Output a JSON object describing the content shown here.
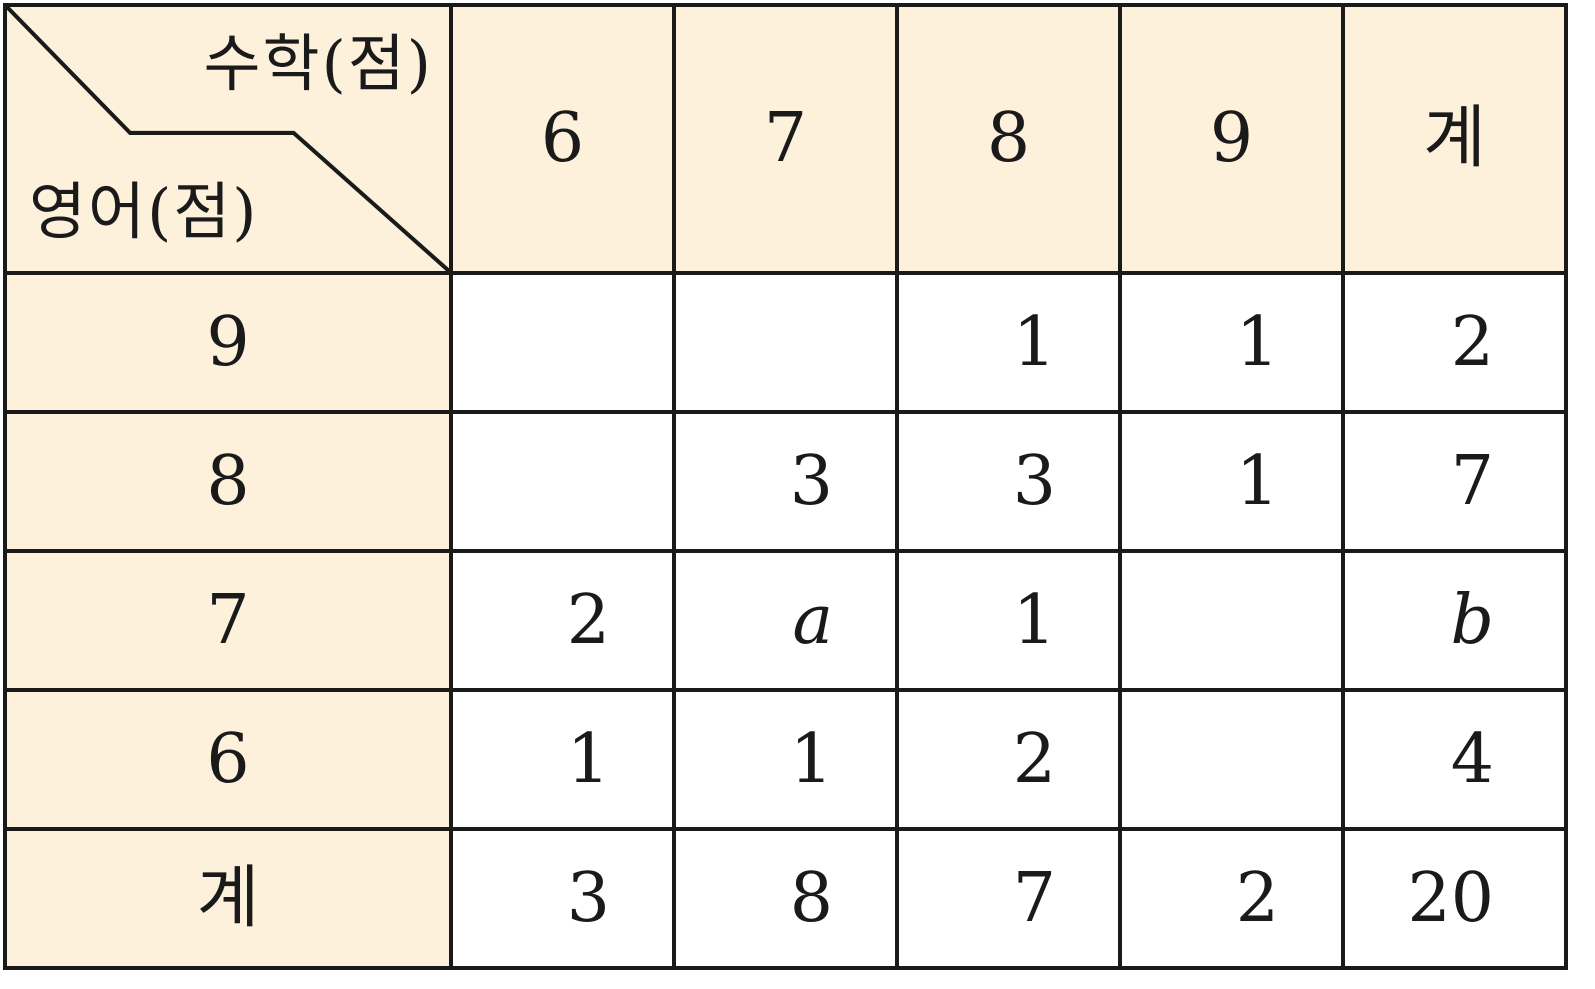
{
  "corner": {
    "top_label": "수학(점)",
    "bottom_label": "영어(점)"
  },
  "columns": [
    "6",
    "7",
    "8",
    "9",
    "계"
  ],
  "rows": [
    {
      "label": "9",
      "cells": [
        "",
        "",
        "1",
        "1",
        "2"
      ]
    },
    {
      "label": "8",
      "cells": [
        "",
        "3",
        "3",
        "1",
        "7"
      ]
    },
    {
      "label": "7",
      "cells": [
        "2",
        "a",
        "1",
        "",
        "b"
      ]
    },
    {
      "label": "6",
      "cells": [
        "1",
        "1",
        "2",
        "",
        "4"
      ]
    },
    {
      "label": "계",
      "cells": [
        "3",
        "8",
        "7",
        "2",
        "20"
      ]
    }
  ],
  "colors": {
    "header_fill": "#fdf1dc",
    "line": "#1a1a1a"
  }
}
